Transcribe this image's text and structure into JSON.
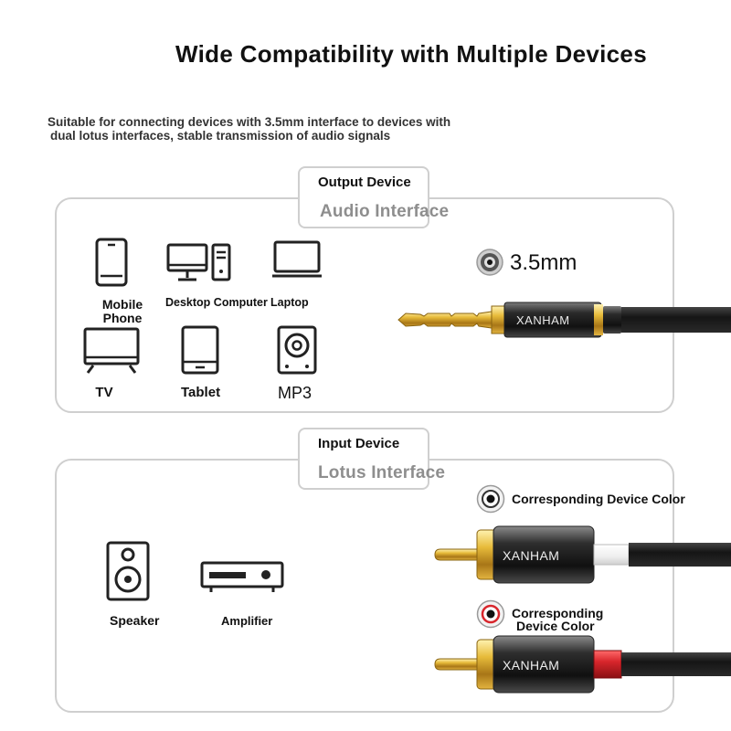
{
  "title": "Wide Compatibility with Multiple Devices",
  "subtitle_line1": "Suitable for connecting devices with 3.5mm interface to devices with",
  "subtitle_line2": "dual lotus interfaces, stable transmission of audio signals",
  "output": {
    "tab_title": "Output Device",
    "tab_sub": "Audio Interface",
    "devices": {
      "mobile": "Mobile Phone",
      "desktop": "Desktop Computer",
      "laptop": "Laptop",
      "tv": "TV",
      "tablet": "Tablet",
      "mp3": "MP3"
    },
    "jack_label": "3.5mm",
    "brand": "XANHAM"
  },
  "input": {
    "tab_title": "Input Device",
    "tab_sub": "Lotus Interface",
    "devices": {
      "speaker": "Speaker",
      "amplifier": "Amplifier"
    },
    "color_white_label": "Corresponding Device Color",
    "color_red_label_line1": "Corresponding",
    "color_red_label_line2": "Device Color",
    "brand_white": "XANHAM",
    "brand_red": "XANHAM"
  },
  "colors": {
    "panel_border": "#cfcfcf",
    "tab_sub_text": "#8e8e8e",
    "gold": "#d9a92e",
    "red_sleeve": "#d8262c",
    "white_sleeve": "#f2f2f2"
  }
}
